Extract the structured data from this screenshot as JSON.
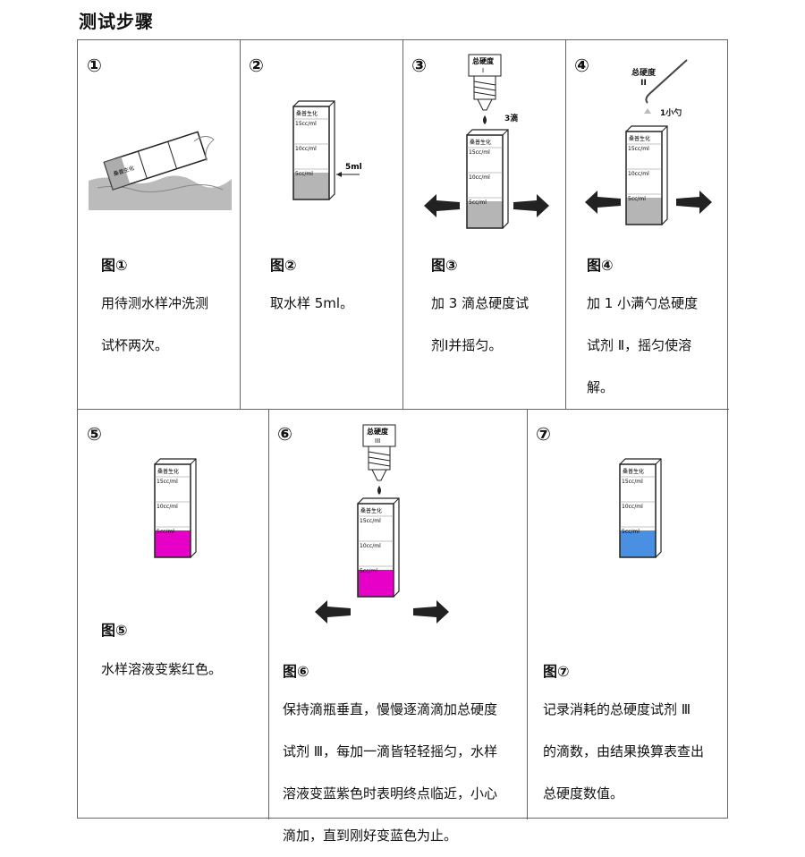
{
  "page_title": "测试步骤",
  "colors": {
    "border": "#666666",
    "purple": "#e600c8",
    "blue": "#4a90e2",
    "water": "#b5b5b5"
  },
  "steps": [
    {
      "num": "①",
      "caption": "图①",
      "lines": [
        "用待测水样冲洗测",
        "试杯两次。"
      ],
      "tube_label": "桑普生化"
    },
    {
      "num": "②",
      "caption": "图②",
      "lines": [
        "取水样 5ml。"
      ],
      "tube_label": "桑普生化",
      "marks": [
        "15cc/ml",
        "10cc/ml",
        "5cc/ml"
      ],
      "arrow_label": "5ml"
    },
    {
      "num": "③",
      "caption": "图③",
      "lines": [
        "加 3 滴总硬度试",
        "剂Ⅰ并摇匀。"
      ],
      "bottle_label1": "总硬度",
      "bottle_label2": "I",
      "drops_label": "3滴",
      "tube_label": "桑普生化",
      "marks": [
        "15cc/ml",
        "10cc/ml",
        "5cc/ml"
      ]
    },
    {
      "num": "④",
      "caption": "图④",
      "lines": [
        "加 1 小满勺总硬度",
        "试剂 Ⅱ，摇匀使溶",
        "解。"
      ],
      "spoon_label1": "总硬度",
      "spoon_label2": "II",
      "spoon_amount": "1小勺",
      "tube_label": "桑普生化",
      "marks": [
        "15cc/ml",
        "10cc/ml",
        "5cc/ml"
      ]
    },
    {
      "num": "⑤",
      "caption": "图⑤",
      "lines": [
        "水样溶液变紫红色。"
      ],
      "tube_label": "桑普生化",
      "marks": [
        "15cc/ml",
        "10cc/ml",
        "5cc/ml"
      ]
    },
    {
      "num": "⑥",
      "caption": "图⑥",
      "lines": [
        "保持滴瓶垂直，慢慢逐滴滴加总硬度",
        "试剂 Ⅲ，每加一滴皆轻轻摇匀，水样",
        "溶液变蓝紫色时表明终点临近，小心",
        "滴加，直到刚好变蓝色为止。"
      ],
      "bottle_label1": "总硬度",
      "bottle_label2": "III",
      "tube_label": "桑普生化",
      "marks": [
        "15cc/ml",
        "10cc/ml",
        "5cc/ml"
      ]
    },
    {
      "num": "⑦",
      "caption": "图⑦",
      "lines": [
        "记录消耗的总硬度试剂 Ⅲ",
        "的滴数，由结果换算表查出",
        "总硬度数值。"
      ],
      "tube_label": "桑普生化",
      "marks": [
        "15cc/ml",
        "10cc/ml",
        "5cc/ml"
      ]
    }
  ]
}
